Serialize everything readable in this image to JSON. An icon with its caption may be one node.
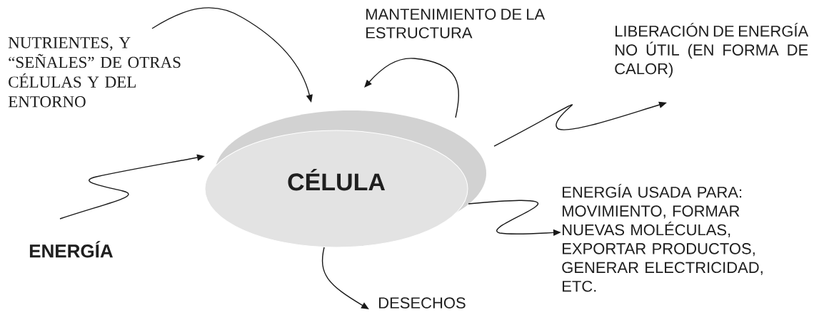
{
  "diagram": {
    "nodes": [
      {
        "text": [
          "NUTRIENTES, Y “SEÑALES” DE OTRAS CÉLULAS Y DEL ENTORNO"
        ]
      },
      {
        "text": [
          "LIBERACIÓN DE ENERGÍA NO ÚTIL (EN FORMA DE CALOR)"
        ]
      },
      {
        "text": [
          "CÉLULA"
        ]
      },
      {
        "text": [
          "ENERGÍA USADA PARA: MOVIMIENTO, FORMAR NUEVAS MOLÉCULAS, EXPORTAR PRODUCTOS, GENERAR ELECTRICIDAD, ETC."
        ]
      },
      {
        "text": [
          "ENERGÍA"
        ]
      },
      {
        "text": [
          "DESECHOS"
        ]
      }
    ],
    "edges": [
      {
        "from": 4,
        "to": 2,
        "arrow": "to"
      },
      {
        "from": 0,
        "to": 2,
        "arrow": "to"
      },
      {
        "from": 2,
        "to": 2,
        "arrow": "to",
        "label": "MANTENIMIENTO DE LA ESTRUCTURA"
      },
      {
        "from": 2,
        "to": 1,
        "arrow": "to"
      },
      {
        "from": 2,
        "to": 3,
        "arrow": "to"
      },
      {
        "from": 2,
        "to": 5,
        "arrow": "to"
      }
    ]
  }
}
